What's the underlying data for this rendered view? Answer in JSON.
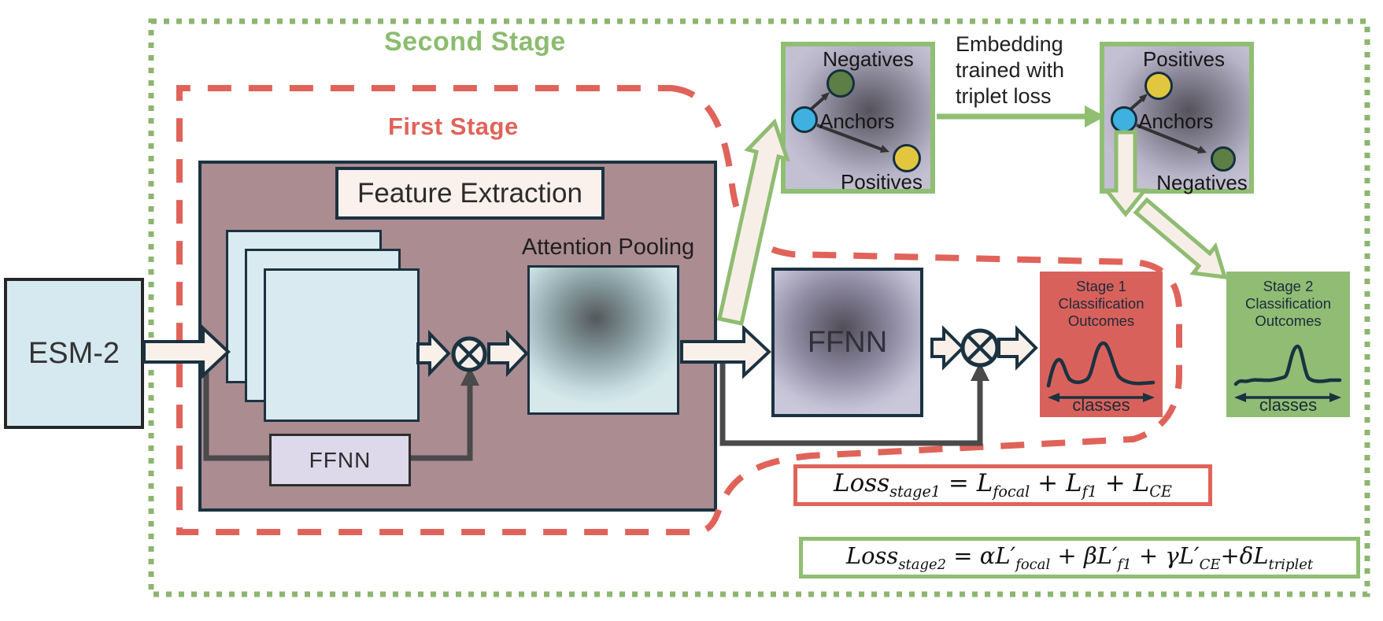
{
  "stage_labels": {
    "second": "Second Stage",
    "first": "First Stage"
  },
  "esm2_label": "ESM-2",
  "first_stage": {
    "feature_extraction_label": "Feature Extraction",
    "ffnn_label": "FFNN",
    "attention_pooling_label": "Attention Pooling"
  },
  "second_stage": {
    "ffnn_label": "FFNN"
  },
  "embedding_caption": {
    "line1": "Embedding",
    "line2": "trained with",
    "line3": "triplet loss"
  },
  "triplet_before": {
    "top": "Negatives",
    "middle": "Anchors",
    "bottom": "Positives"
  },
  "triplet_after": {
    "top": "Positives",
    "middle": "Anchors",
    "bottom": "Negatives"
  },
  "outcomes": {
    "stage1": {
      "line1": "Stage 1",
      "line2": "Classification",
      "line3": "Outcomes",
      "axis": "classes",
      "distribution": "bimodal"
    },
    "stage2": {
      "line1": "Stage 2",
      "line2": "Classification",
      "line3": "Outcomes",
      "axis": "classes",
      "distribution": "single-peak"
    }
  },
  "equations": {
    "stage1_tokens": [
      [
        "Loss",
        "stage1"
      ],
      [
        " = L",
        "focal"
      ],
      [
        " + L",
        "f1"
      ],
      [
        " + L",
        "CE"
      ]
    ],
    "stage2_tokens": [
      [
        "Loss",
        "stage2"
      ],
      [
        " = αL′",
        "focal"
      ],
      [
        " + βL′",
        "f1"
      ],
      [
        " + γL′",
        "CE"
      ],
      [
        "+δL",
        "triplet"
      ]
    ]
  },
  "colors": {
    "second_stage_green": "#8cbc6f",
    "first_stage_red": "#e0635a",
    "mauve": "#aa8c91",
    "cream_arrow": "#faf0ea",
    "navy_border": "#1b3240",
    "esm2_blue": "#d7e9f0",
    "ffnn1_lavender": "#ded8eb",
    "stage1_outcome_red": "#d9615c",
    "stage2_outcome_green": "#90bc74",
    "anchor_blue": "#3eb1e0",
    "positive_yellow": "#e2c63f",
    "negative_green": "#5d7f46",
    "skip_line_gray": "#4a4a4a"
  }
}
